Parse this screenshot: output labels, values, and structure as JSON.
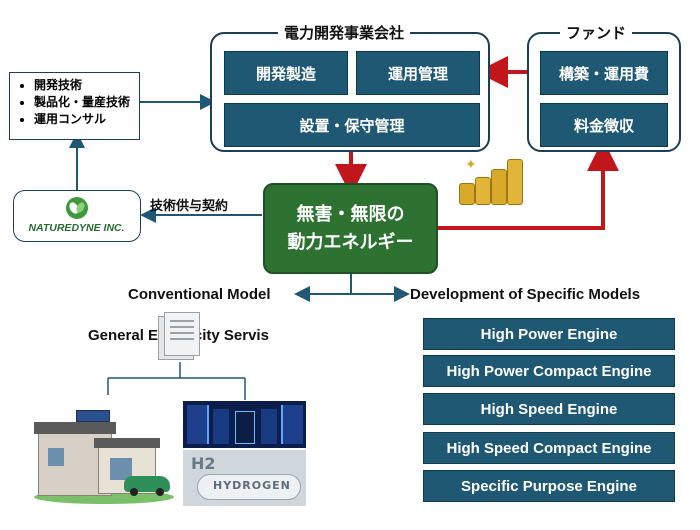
{
  "company_group": {
    "title": "電力開発事業会社",
    "boxes": [
      "開発製造",
      "運用管理",
      "設置・保守管理"
    ]
  },
  "fund_group": {
    "title": "ファンド",
    "boxes": [
      "構築・運用費",
      "料金徴収"
    ]
  },
  "tech_list": [
    "開発技術",
    "製品化・量産技術",
    "運用コンサル"
  ],
  "partner": {
    "logo_text": "NATUREDYNE INC."
  },
  "license_label": "技術供与契約",
  "core": {
    "line1": "無害・無限の",
    "line2": "動力エネルギー"
  },
  "conventional_label": "Conventional Model",
  "specific_label": "Development of Specific Models",
  "general_label": "General Electricity Servis",
  "hydrogen_text": "HYDROGEN",
  "h2_text": "H2",
  "models": [
    "High Power Engine",
    "High Power Compact Engine",
    "High Speed Engine",
    "High Speed Compact Engine",
    "Specific Purpose Engine"
  ],
  "colors": {
    "teal": "#1e5873",
    "green": "#2d7230",
    "red": "#c0161c",
    "navy": "#1b3f55"
  }
}
